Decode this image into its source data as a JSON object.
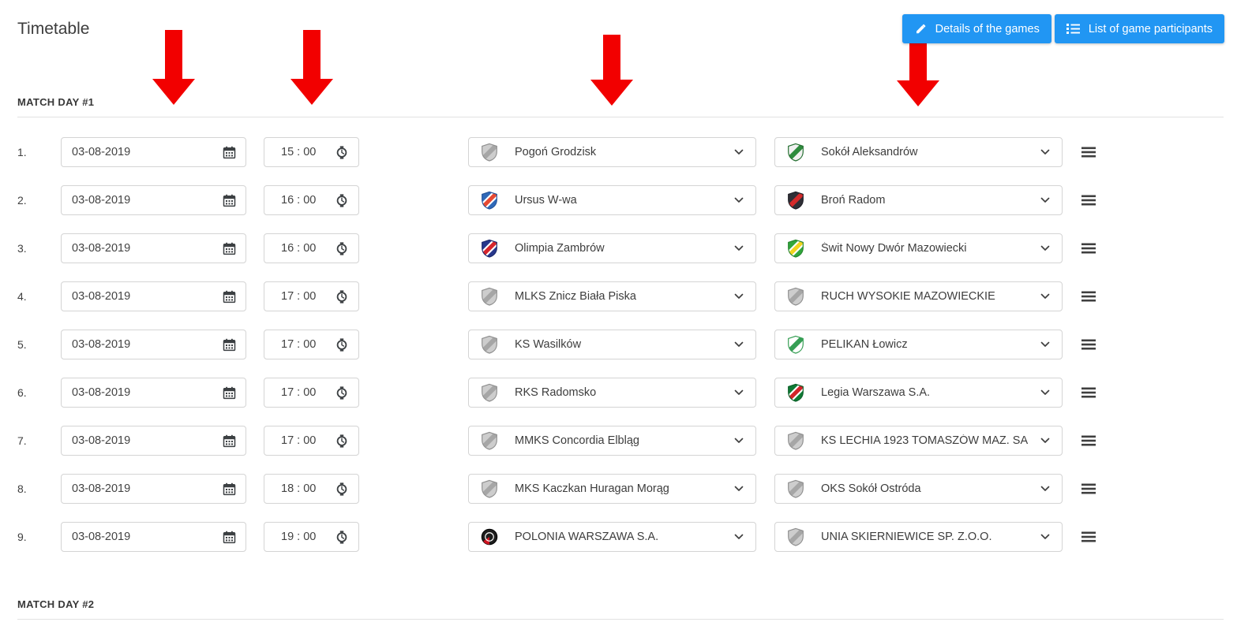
{
  "page": {
    "title": "Timetable"
  },
  "toolbar": {
    "details_button": "Details of the games",
    "participants_button": "List of game participants"
  },
  "colors": {
    "accent": "#2196f3",
    "arrow": "#f20000",
    "icon_dark": "#3c4043"
  },
  "icons": {
    "details_button": "pencil-icon",
    "participants_button": "list-icon",
    "date_field": "calendar-icon",
    "time_field": "clock-icon",
    "team_select": "chevron-down-icon",
    "row_reorder": "drag-handle-icon"
  },
  "sections": [
    {
      "title": "MATCH DAY #1",
      "rows": [
        {
          "num": "1.",
          "date": "03-08-2019",
          "time": "15 : 00",
          "home": {
            "name": "Pogoń Grodzisk",
            "logo": {
              "type": "shield",
              "fill": "#cdcdcd",
              "stripe": "#a6a6a6",
              "stripe2": null,
              "border": "#909090"
            }
          },
          "away": {
            "name": "Sokół Aleksandrów",
            "logo": {
              "type": "shield",
              "fill": "#f1f1f1",
              "stripe": "#2e8b3d",
              "stripe2": null,
              "border": "#256f31"
            }
          }
        },
        {
          "num": "2.",
          "date": "03-08-2019",
          "time": "16 : 00",
          "home": {
            "name": "Ursus W-wa",
            "logo": {
              "type": "shield",
              "fill": "#3069b8",
              "stripe": "#e64a33",
              "stripe2": "#ffffff",
              "border": "#24549b"
            }
          },
          "away": {
            "name": "Broń Radom",
            "logo": {
              "type": "shield",
              "fill": "#2f2f36",
              "stripe": "#d42a2a",
              "stripe2": null,
              "border": "#1f1f26"
            }
          }
        },
        {
          "num": "3.",
          "date": "03-08-2019",
          "time": "16 : 00",
          "home": {
            "name": "Olimpia Zambrów",
            "logo": {
              "type": "shield",
              "fill": "#27378c",
              "stripe": "#d6252c",
              "stripe2": "#ffffff",
              "border": "#1c2a6e"
            }
          },
          "away": {
            "name": "Świt Nowy Dwór Mazowiecki",
            "logo": {
              "type": "shield",
              "fill": "#31a63c",
              "stripe": "#f2d41f",
              "stripe2": "#ffffff",
              "border": "#27862f"
            }
          }
        },
        {
          "num": "4.",
          "date": "03-08-2019",
          "time": "17 : 00",
          "home": {
            "name": "MLKS Znicz Biała Piska",
            "logo": {
              "type": "shield",
              "fill": "#cdcdcd",
              "stripe": "#a6a6a6",
              "stripe2": null,
              "border": "#909090"
            }
          },
          "away": {
            "name": "RUCH WYSOKIE MAZOWIECKIE",
            "logo": {
              "type": "shield",
              "fill": "#cdcdcd",
              "stripe": "#a6a6a6",
              "stripe2": null,
              "border": "#909090"
            }
          }
        },
        {
          "num": "5.",
          "date": "03-08-2019",
          "time": "17 : 00",
          "home": {
            "name": "KS Wasilków",
            "logo": {
              "type": "shield",
              "fill": "#cdcdcd",
              "stripe": "#a6a6a6",
              "stripe2": null,
              "border": "#909090"
            }
          },
          "away": {
            "name": "PELIKAN Łowicz",
            "logo": {
              "type": "shield",
              "fill": "#ffffff",
              "stripe": "#369e54",
              "stripe2": null,
              "border": "#369e54"
            }
          }
        },
        {
          "num": "6.",
          "date": "03-08-2019",
          "time": "17 : 00",
          "home": {
            "name": "RKS Radomsko",
            "logo": {
              "type": "shield",
              "fill": "#cdcdcd",
              "stripe": "#a6a6a6",
              "stripe2": null,
              "border": "#909090"
            }
          },
          "away": {
            "name": "Legia Warszawa S.A.",
            "logo": {
              "type": "shield",
              "fill": "#0f7a35",
              "stripe": "#d2232a",
              "stripe2": "#ffffff",
              "border": "#0b6129"
            }
          }
        },
        {
          "num": "7.",
          "date": "03-08-2019",
          "time": "17 : 00",
          "home": {
            "name": "MMKS Concordia Elbląg",
            "logo": {
              "type": "shield",
              "fill": "#cdcdcd",
              "stripe": "#a6a6a6",
              "stripe2": null,
              "border": "#909090"
            }
          },
          "away": {
            "name": "KS LECHIA 1923 TOMASZÓW MAZ. SA",
            "logo": {
              "type": "shield",
              "fill": "#cdcdcd",
              "stripe": "#a6a6a6",
              "stripe2": null,
              "border": "#909090"
            }
          }
        },
        {
          "num": "8.",
          "date": "03-08-2019",
          "time": "18 : 00",
          "home": {
            "name": "MKS Kaczkan Huragan Morąg",
            "logo": {
              "type": "shield",
              "fill": "#cdcdcd",
              "stripe": "#a6a6a6",
              "stripe2": null,
              "border": "#909090"
            }
          },
          "away": {
            "name": "OKS Sokół Ostróda",
            "logo": {
              "type": "shield",
              "fill": "#cdcdcd",
              "stripe": "#a6a6a6",
              "stripe2": null,
              "border": "#909090"
            }
          }
        },
        {
          "num": "9.",
          "date": "03-08-2019",
          "time": "19 : 00",
          "home": {
            "name": "POLONIA WARSZAWA S.A.",
            "logo": {
              "type": "circle",
              "fill": "#1d1d1d",
              "stripe": "#cf1420",
              "stripe2": null,
              "border": "#000000"
            }
          },
          "away": {
            "name": "UNIA SKIERNIEWICE SP. Z.O.O.",
            "logo": {
              "type": "shield",
              "fill": "#cdcdcd",
              "stripe": "#a6a6a6",
              "stripe2": null,
              "border": "#909090"
            }
          }
        }
      ]
    },
    {
      "title": "MATCH DAY #2",
      "rows": []
    }
  ]
}
